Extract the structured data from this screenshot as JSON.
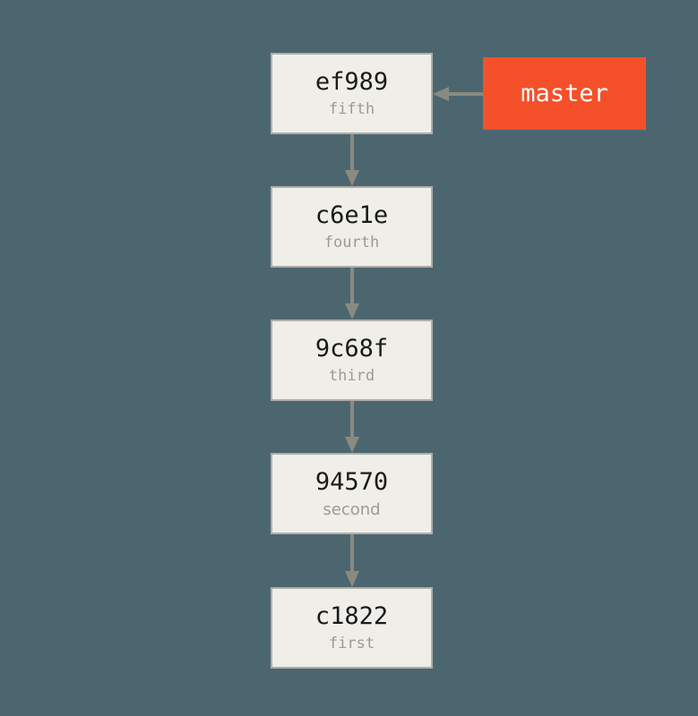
{
  "diagram": {
    "title": "Git commit history with master branch pointer",
    "background_color": "#4c6670",
    "node_fill_color": "#efeee8",
    "node_border_color": "#b0aea8",
    "hash_text_color": "#1a1a1a",
    "message_text_color": "#9a9a9a",
    "arrow_color": "#8a8a80",
    "branch_color": "#f4502a",
    "branch_text_color": "#ffffff"
  },
  "commits": [
    {
      "hash": "ef989",
      "message": "fifth"
    },
    {
      "hash": "c6e1e",
      "message": "fourth"
    },
    {
      "hash": "9c68f",
      "message": "third"
    },
    {
      "hash": "94570",
      "message": "second"
    },
    {
      "hash": "c1822",
      "message": "first"
    }
  ],
  "branch": {
    "name": "master",
    "points_to": "ef989"
  },
  "arrows": [
    {
      "name": "arrow-ef989-to-c6e1e",
      "direction": "down",
      "from": "ef989",
      "to": "c6e1e"
    },
    {
      "name": "arrow-c6e1e-to-9c68f",
      "direction": "down",
      "from": "c6e1e",
      "to": "9c68f"
    },
    {
      "name": "arrow-9c68f-to-94570",
      "direction": "down",
      "from": "9c68f",
      "to": "94570"
    },
    {
      "name": "arrow-94570-to-c1822",
      "direction": "down",
      "from": "94570",
      "to": "c1822"
    },
    {
      "name": "arrow-master-to-ef989",
      "direction": "left",
      "from": "master",
      "to": "ef989"
    }
  ]
}
